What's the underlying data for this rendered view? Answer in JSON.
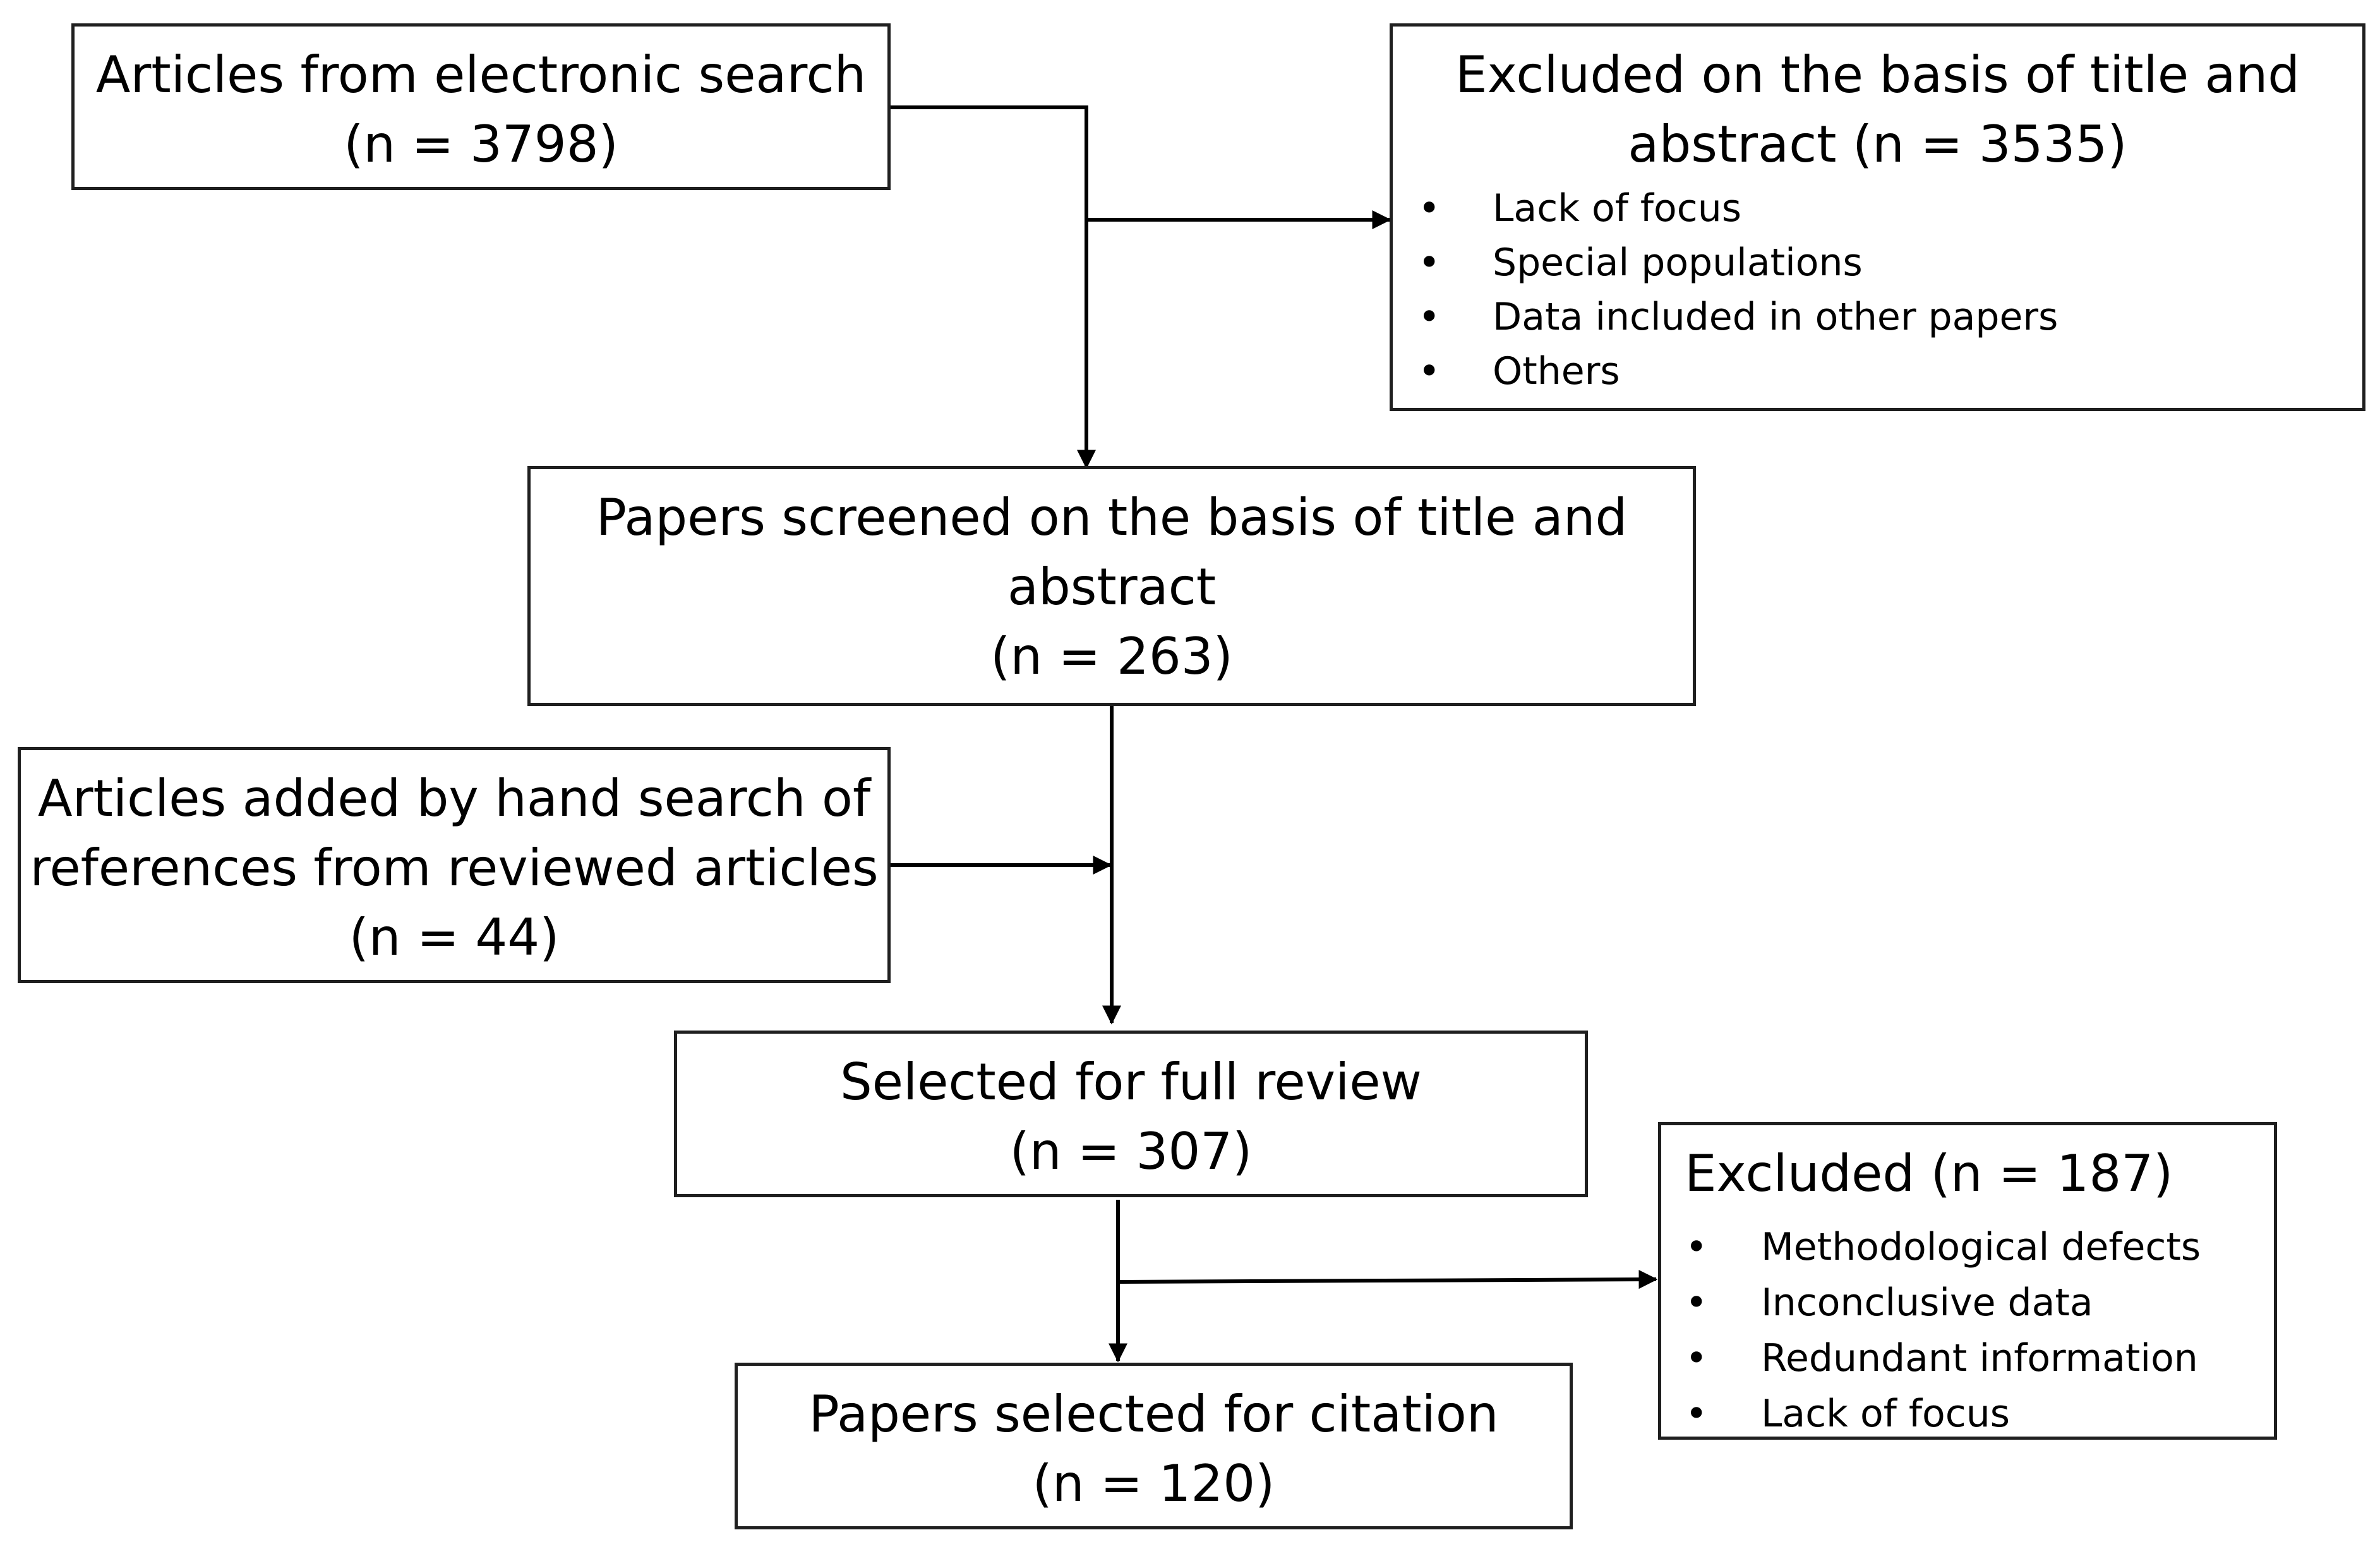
{
  "boxes": {
    "electronic": {
      "lines": [
        "Articles from electronic search",
        "(n = 3798)"
      ]
    },
    "excluded_title_abstract": {
      "title_lines": [
        "Excluded on the basis of title and",
        "abstract (n = 3535)"
      ],
      "bullets": [
        "Lack of focus",
        "Special populations",
        "Data included in other papers",
        "Others"
      ]
    },
    "screened": {
      "lines": [
        "Papers screened on the basis of title and",
        "abstract",
        "(n = 263)"
      ]
    },
    "hand_search": {
      "lines": [
        "Articles added by hand search of",
        "references from reviewed articles",
        "(n = 44)"
      ]
    },
    "full_review": {
      "lines": [
        "Selected for full review",
        "(n = 307)"
      ]
    },
    "excluded_full": {
      "title": "Excluded (n = 187)",
      "bullets": [
        "Methodological defects",
        "Inconclusive data",
        "Redundant information",
        "Lack of focus"
      ]
    },
    "citation": {
      "lines": [
        "Papers selected for citation",
        "(n = 120)"
      ]
    }
  },
  "bullet_glyph": "•",
  "colors": {
    "border": "#1f1f1f",
    "arrow": "#000000",
    "background": "#ffffff"
  }
}
